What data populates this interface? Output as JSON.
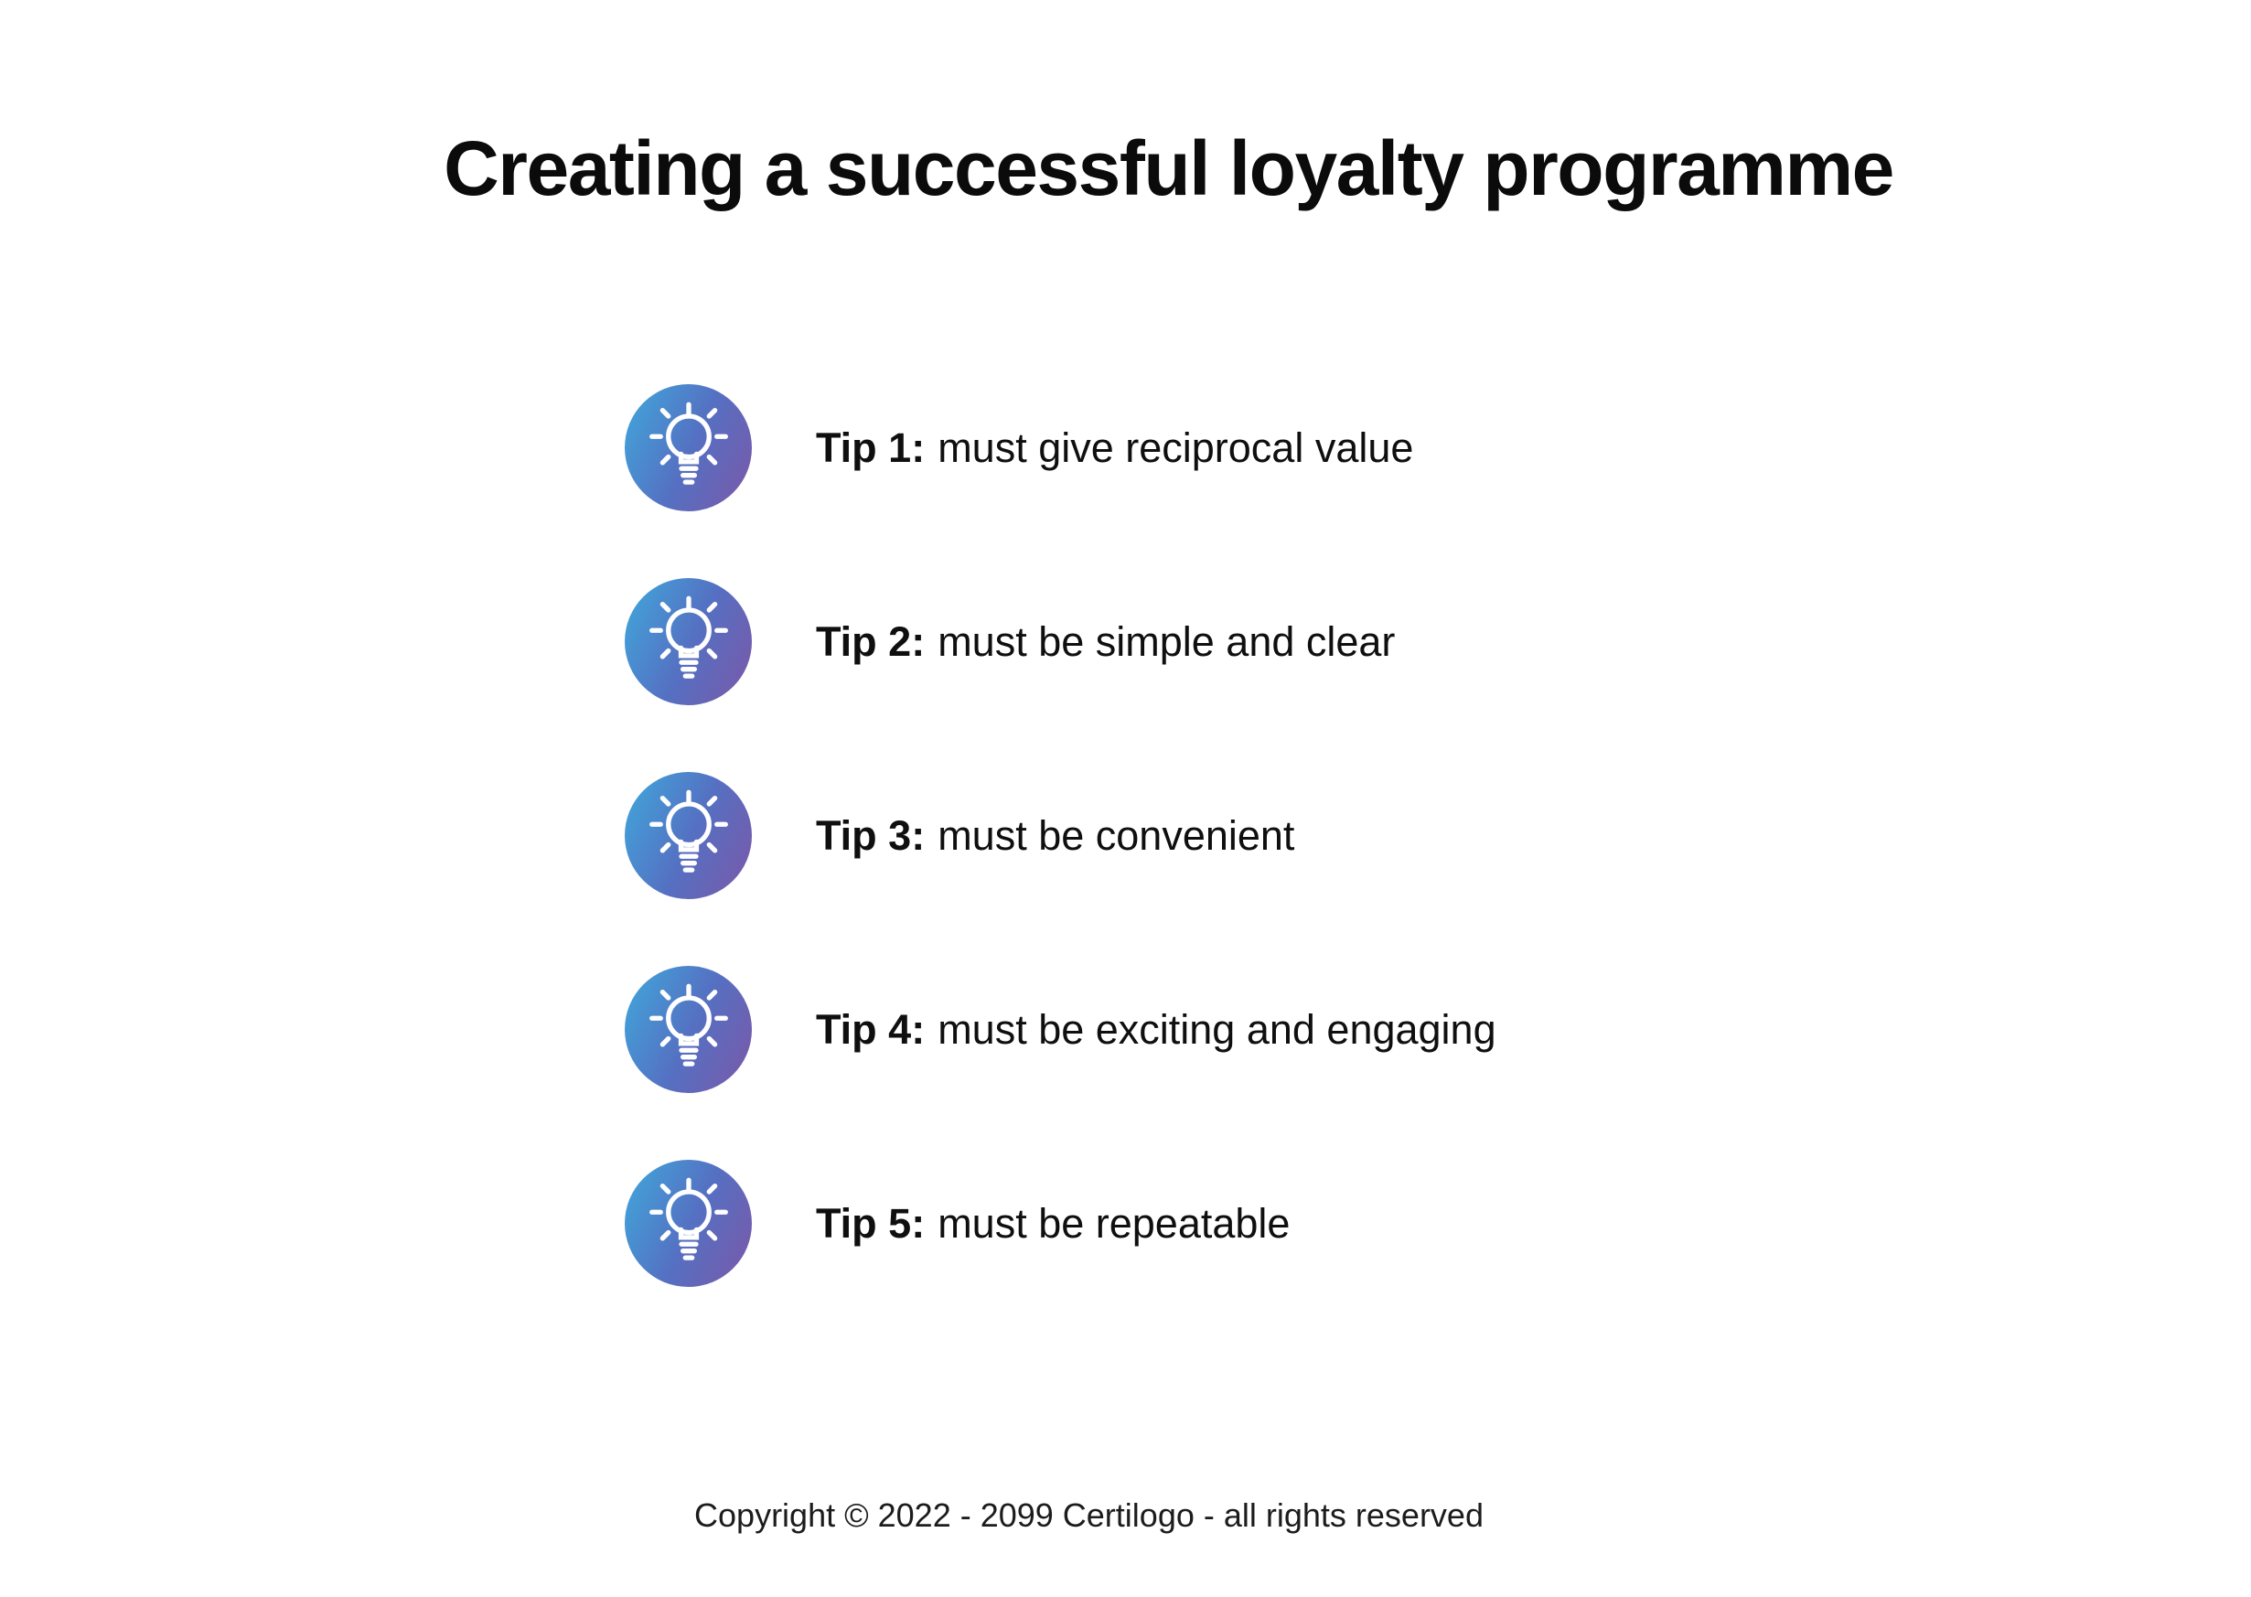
{
  "title": "Creating a successful loyalty programme",
  "tips": [
    {
      "label": "Tip 1:",
      "text": "must give reciprocal value"
    },
    {
      "label": "Tip 2:",
      "text": "must be simple and clear"
    },
    {
      "label": "Tip 3:",
      "text": "must be convenient"
    },
    {
      "label": "Tip 4:",
      "text": "must be exciting and engaging"
    },
    {
      "label": "Tip 5:",
      "text": "must be repeatable"
    }
  ],
  "footer": "Copyright © 2022 - 2099 Certilogo - all rights reserved",
  "icon": {
    "glyph": "lightbulb",
    "gradient_start": "#3FA9DC",
    "gradient_end": "#7C57A8",
    "glyph_color": "#ffffff"
  }
}
